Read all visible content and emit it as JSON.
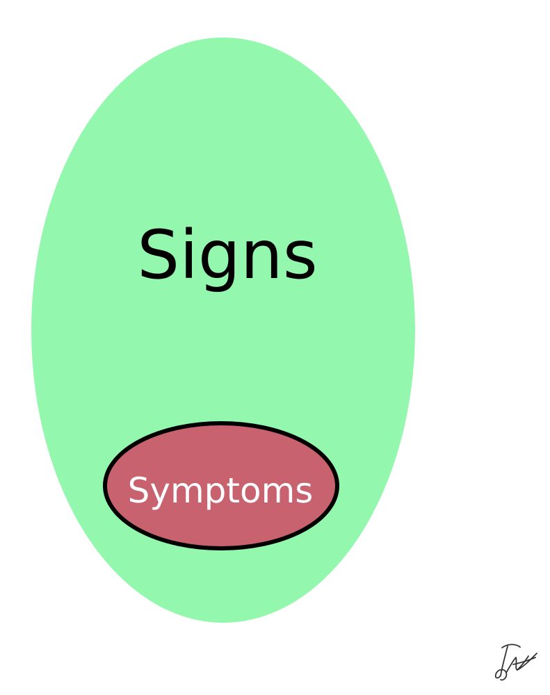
{
  "diagram": {
    "outer": {
      "label": "Signs",
      "fill": "#93f8ad",
      "text_color": "#000000"
    },
    "inner": {
      "label": "Symptoms",
      "fill": "#c7626e",
      "stroke": "#000000",
      "text_color": "#ffffff"
    },
    "signature": {
      "kind": "handwritten-signature",
      "color": "#333333"
    }
  }
}
